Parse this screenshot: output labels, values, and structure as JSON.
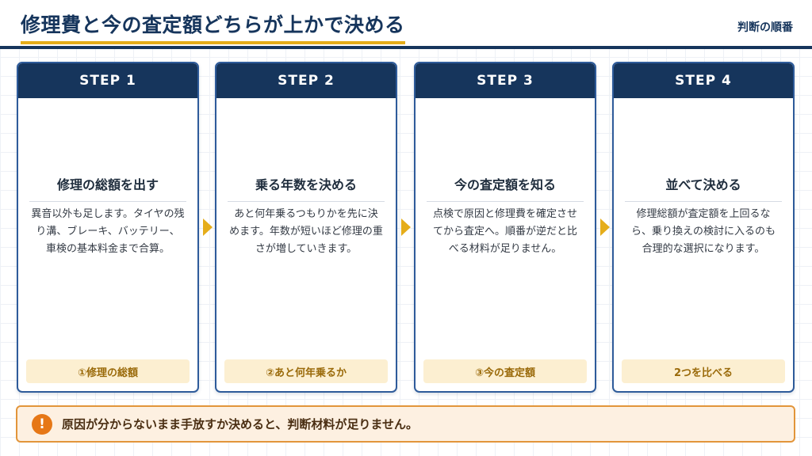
{
  "header": {
    "title": "修理費と今の査定額どちらが上かで決める",
    "tag": "判断の順番"
  },
  "steps": [
    {
      "label": "STEP 1",
      "title": "修理の総額を出す",
      "description": "異音以外も足します。タイヤの残り溝、ブレーキ、バッテリー、車検の基本料金まで合算。",
      "footer": "①修理の総額"
    },
    {
      "label": "STEP 2",
      "title": "乗る年数を決める",
      "description": "あと何年乗るつもりかを先に決めます。年数が短いほど修理の重さが増していきます。",
      "footer": "②あと何年乗るか"
    },
    {
      "label": "STEP 3",
      "title": "今の査定額を知る",
      "description": "点検で原因と修理費を確定させてから査定へ。順番が逆だと比べる材料が足りません。",
      "footer": "③今の査定額"
    },
    {
      "label": "STEP 4",
      "title": "並べて決める",
      "description": "修理総額が査定額を上回るなら、乗り換えの検討に入るのも合理的な選択になります。",
      "footer": "2つを比べる"
    }
  ],
  "warning": {
    "icon": "exclamation-icon",
    "text": "原因が分からないまま手放すか決めると、判断材料が足りません。"
  },
  "colors": {
    "navy": "#16355c",
    "accent": "#e5ad1a",
    "warning": "#e67716"
  }
}
